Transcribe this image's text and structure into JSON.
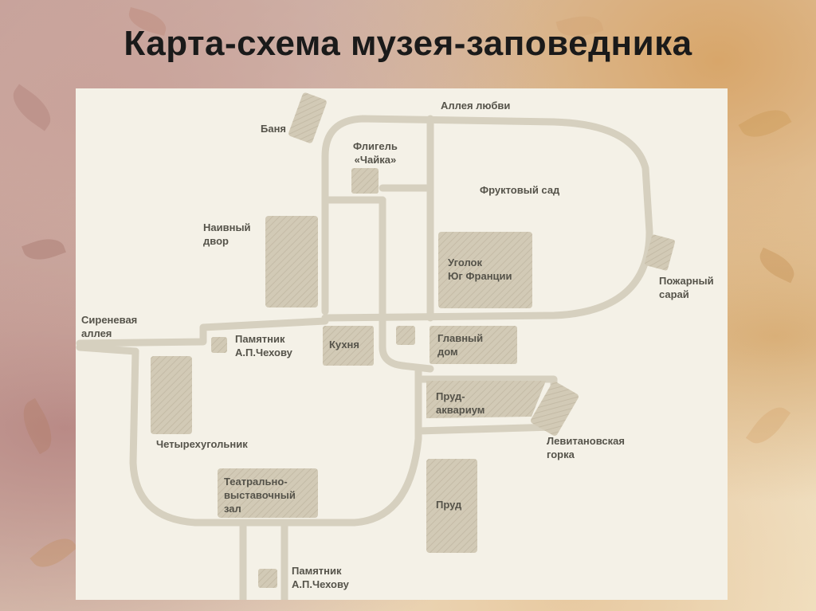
{
  "title": "Карта-схема музея-заповедника",
  "colors": {
    "panel": "#f4f1e7",
    "road": "#d6d0bf",
    "building": "#d2cab6",
    "hatch": "#c4bba6",
    "label": "#55534a",
    "title": "#1a1a1a"
  },
  "map": {
    "labels": {
      "alley_love": "Аллея любви",
      "banya": "Баня",
      "fligel": "Флигель\n«Чайка»",
      "orchard": "Фруктовый сад",
      "naive_yard": "Наивный\nдвор",
      "south_france": "Уголок\nЮг Франции",
      "fire_barn": "Пожарный\nсарай",
      "lilac_alley": "Сиреневая\nаллея",
      "monument_1": "Памятник\nА.П.Чехову",
      "kitchen": "Кухня",
      "main_house": "Главный\nдом",
      "pond_aquarium": "Пруд-\nаквариум",
      "levitan_hill": "Левитановская\nгорка",
      "quadrangle": "Четырехугольник",
      "theatre_hall": "Театрально-\nвыставочный\nзал",
      "pond": "Пруд",
      "monument_2": "Памятник\nА.П.Чехову"
    }
  }
}
